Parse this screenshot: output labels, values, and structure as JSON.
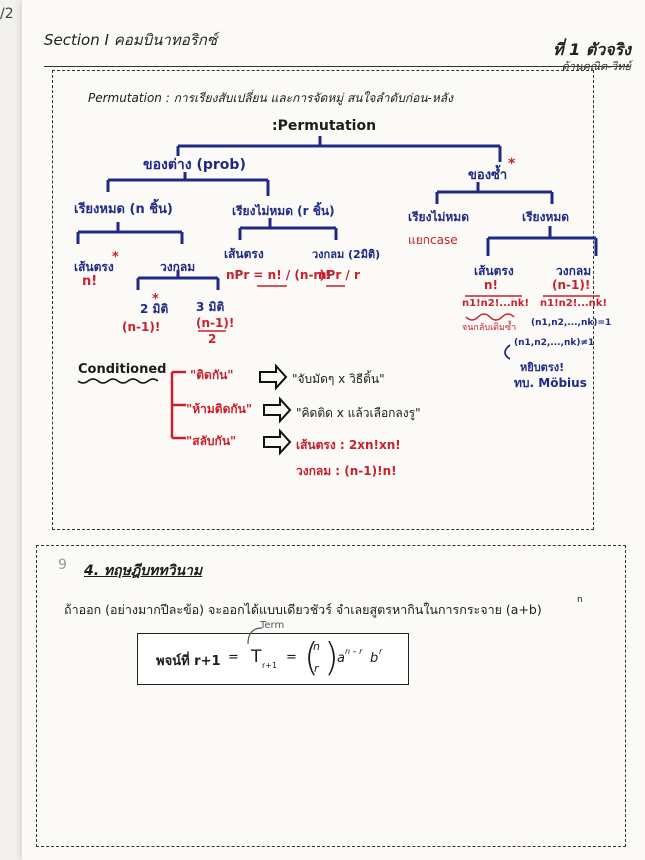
{
  "page": {
    "edge_number": "/2",
    "section_title": "Section I คอมบินาทอริกซ์",
    "brand_main": "ที่ 1 ตัวจริง",
    "brand_sub": "ด้านคณิต-วิทย์"
  },
  "permutation_box": {
    "heading": "Permutation :  การเรียงสับเปลี่ยน และการจัดหมู่  สนใจลำดับก่อน-หลัง",
    "root": ":Permutation",
    "left_branch": "ของต่าง (prob)",
    "right_branch": "ของซ้ำ",
    "all_left": "เรียงหมด (n ชิ้น)",
    "partial_left": "เรียงไม่หมด (r ชิ้น)",
    "line_arr": "เส้นตรง",
    "line_arr_val": "n!",
    "circle_arr": "วงกลม",
    "two_sides": "2 มิติ",
    "two_sides_val": "(n-1)!",
    "three_sides": "3 มิติ",
    "three_sides_num": "(n-1)!",
    "three_sides_den": "2",
    "partial_line": "เส้นตรง",
    "partial_line_formula": "nPr = n! / (n-r)!",
    "partial_circle": "วงกลม (2มิติ)",
    "partial_circle_formula": "nPr / r",
    "rep_partial": "เรียงไม่หมด",
    "rep_partial_note": "แยกcase",
    "rep_all": "เรียงหมด",
    "rep_line": "เส้นตรง",
    "rep_line_num": "n!",
    "rep_line_den": "n1!n2!...nk!",
    "rep_line_note": "จนกลับเดิมซ้ำ",
    "rep_circle": "วงกลม",
    "rep_circle_num": "(n-1)!",
    "rep_circle_den": "n1!n2!...nk!",
    "rep_circle_cond": "(n1,n2,...,nk)=1",
    "rep_circle_cond2": "(n1,n2,...,nk)≠1",
    "rep_circle_note1": "หยิบตรง!",
    "rep_circle_note2": "ทบ. Möbius",
    "conditioned": "Conditioned",
    "cond_items": [
      {
        "label": "\"ติดกัน\"",
        "desc": "\"จับมัดๆ x วิธีติ้น\""
      },
      {
        "label": "\"ห้ามติดกัน\"",
        "desc": "\"คิดติด x แล้วเลือกลงรู\""
      },
      {
        "label": "\"สลับกัน\"",
        "desc": "เส้นตรง : 2xn!xn!"
      },
      {
        "label": "",
        "desc": "วงกลม : (n-1)!n!"
      }
    ]
  },
  "binomial_box": {
    "number": "9",
    "title": "4.  ทฤษฎีบททวินาม",
    "sentence": "ถ้าออก (อย่างมากปีละข้อ) จะออกได้แบบเดียวชัวร์  จำเลยสูตรหากินในการกระจาย (a+b)",
    "exp": "n",
    "term_note": "Term",
    "formula_label": "พจน์ที่ r+1",
    "eq": "=",
    "T": "T",
    "T_sub": "r+1",
    "binom_n": "n",
    "binom_r": "r",
    "a": "a",
    "a_exp": "n – r",
    "b": "b",
    "b_exp": "r"
  }
}
